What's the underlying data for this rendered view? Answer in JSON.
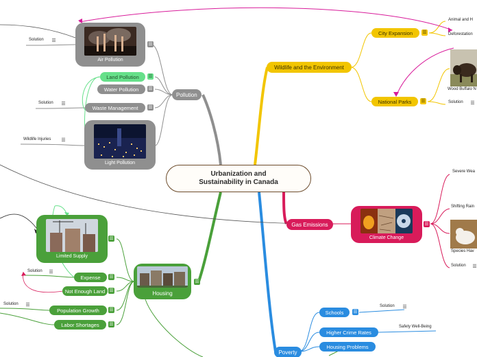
{
  "root": {
    "title_line1": "Urbanization and",
    "title_line2": "Sustainability in Canada"
  },
  "pollution": {
    "label": "Pollution",
    "air": "Air Pollution",
    "land": "Land Pollution",
    "water": "Water Pollution",
    "waste": "Waste Management",
    "light": "Light Pollution",
    "air_solution": "Solution",
    "waste_solution": "Solution",
    "wildlife_injuries": "Wildlife Injuries"
  },
  "housing": {
    "label": "Housing",
    "limited": "Limited Supply",
    "expense": "Expense",
    "not_enough": "Not Enough Land",
    "population": "Population Growth",
    "labor": "Labor Shortages",
    "expense_solution": "Solution",
    "population_solution": "Solution"
  },
  "wildlife": {
    "label": "Wildlife and the Environment",
    "city": "City Expansion",
    "parks": "National Parks",
    "animal": "Animal and H",
    "deforestation": "Deforestation",
    "buffalo": "Wood Buffalo N",
    "parks_solution": "Solution"
  },
  "gas": {
    "label": "Gas Emissions",
    "climate": "Climate Change",
    "severe": "Severe Wea",
    "shifting": "Shifting Rain",
    "species": "Species Hav",
    "solution": "Solution"
  },
  "poverty": {
    "label": "Poverty",
    "schools": "Schools",
    "crime": "Higher Crime Rates",
    "housing_problems": "Housing Problems",
    "schools_solution": "Solution",
    "safety": "Safety Well-Being"
  },
  "colors": {
    "pollution": "#8f8f8f",
    "housing": "#4aa03a",
    "wildlife": "#f2c500",
    "gas": "#d81b5a",
    "poverty": "#2a8ce0"
  },
  "icons": {
    "menu": "menu-lines-icon"
  }
}
